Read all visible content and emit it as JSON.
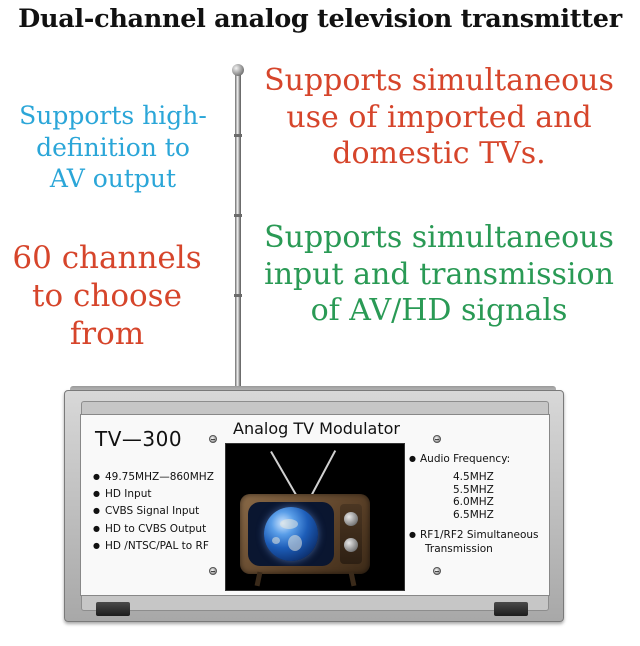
{
  "headline": "Dual-channel analog television transmitter",
  "feature_hd": [
    "Supports high-",
    "definition to",
    "AV output"
  ],
  "feature_channels": [
    "60 channels",
    "to choose",
    "from"
  ],
  "feature_tvs": [
    "Supports simultaneous",
    "use of imported and",
    "domestic TVs."
  ],
  "feature_signals": [
    "Supports simultaneous",
    "input and transmission",
    "of AV/HD signals"
  ],
  "colors": {
    "blue_text": "#2ba6d8",
    "red_text": "#d6452b",
    "green_text": "#2a9a55"
  },
  "device": {
    "model": "TV—300",
    "panel_title": "Analog TV Modulator",
    "specs": [
      "49.75MHZ—860MHZ",
      "HD   Input",
      "CVBS  Signal  Input",
      "HD    to  CVBS  Output",
      "HD  /NTSC/PAL  to  RF"
    ],
    "audio_label": "Audio Frequency:",
    "audio_frequencies": [
      "4.5MHZ",
      "5.5MHZ",
      "6.0MHZ",
      "6.5MHZ"
    ],
    "rf_line1": "RF1/RF2  Simultaneous",
    "rf_line2": "Transmission"
  }
}
